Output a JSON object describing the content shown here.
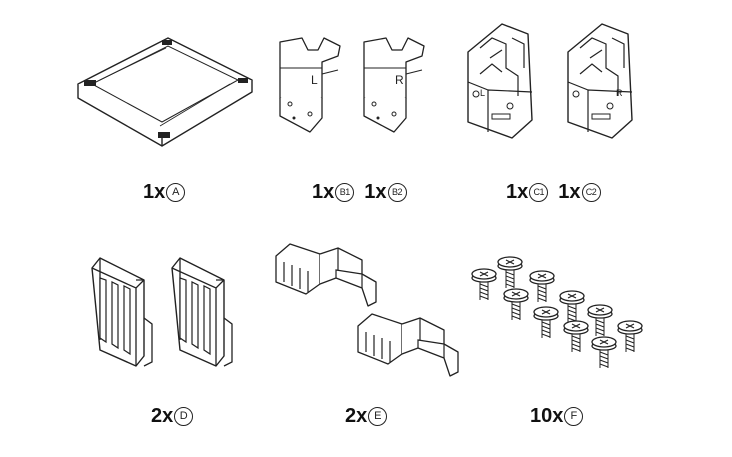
{
  "parts": [
    {
      "id": "A",
      "items": [
        {
          "qty": "1x",
          "code": "A"
        }
      ],
      "icon": "drawer-frame-icon"
    },
    {
      "id": "B",
      "items": [
        {
          "qty": "1x",
          "code": "B1"
        },
        {
          "qty": "1x",
          "code": "B2"
        }
      ],
      "icon": "bracket-pair-icon",
      "marks": [
        "L",
        "R"
      ]
    },
    {
      "id": "C",
      "items": [
        {
          "qty": "1x",
          "code": "C1"
        },
        {
          "qty": "1x",
          "code": "C2"
        }
      ],
      "icon": "hinge-block-pair-icon",
      "marks": [
        "L",
        "R"
      ]
    },
    {
      "id": "D",
      "items": [
        {
          "qty": "2x",
          "code": "D"
        }
      ],
      "icon": "clip-pair-icon"
    },
    {
      "id": "E",
      "items": [
        {
          "qty": "2x",
          "code": "E"
        }
      ],
      "icon": "angled-clip-pair-icon"
    },
    {
      "id": "F",
      "items": [
        {
          "qty": "10x",
          "code": "F"
        }
      ],
      "icon": "screw-set-icon"
    }
  ]
}
